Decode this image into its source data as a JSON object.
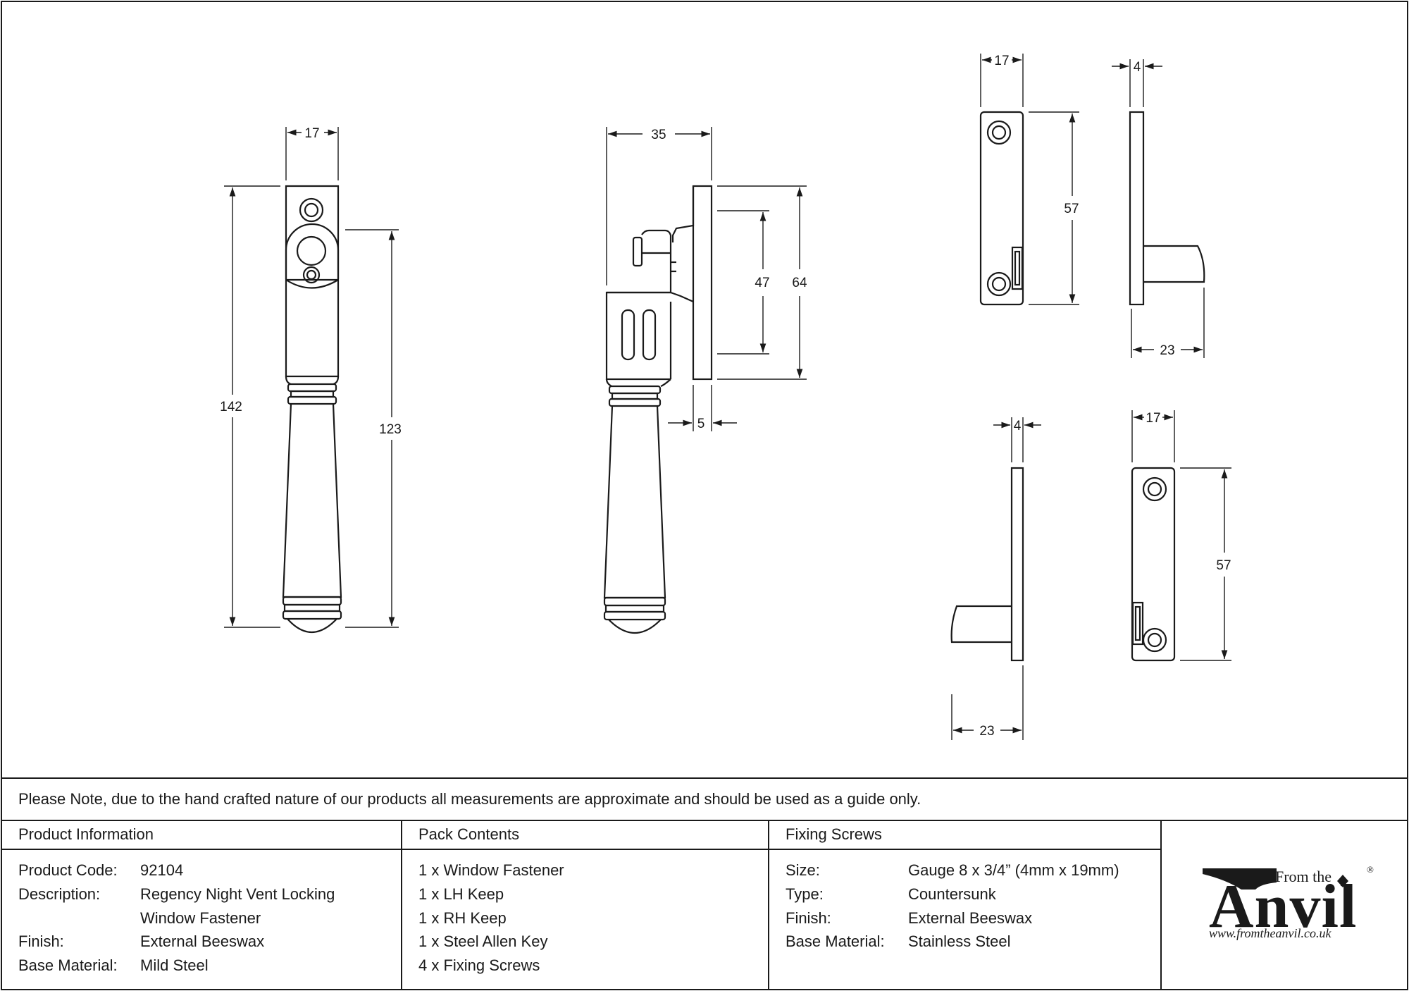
{
  "drawing": {
    "front_view": {
      "width_label": "17",
      "height_label": "142",
      "body_label": "123"
    },
    "side_view": {
      "depth_label": "35",
      "height_label": "64",
      "slot_label": "47",
      "plate_label": "5"
    },
    "keep_top_front": {
      "width_label": "17",
      "height_label": "57"
    },
    "keep_top_side": {
      "thickness_label": "4",
      "projection_label": "23"
    },
    "keep_bottom_side": {
      "thickness_label": "4",
      "projection_label": "23"
    },
    "keep_bottom_front": {
      "width_label": "17",
      "height_label": "57"
    }
  },
  "note": "Please Note, due to the hand crafted nature of our products all measurements are approximate and should be used as a guide only.",
  "product_info": {
    "header": "Product Information",
    "rows": [
      {
        "label": "Product Code:",
        "value": "92104"
      },
      {
        "label": "Description:",
        "value": "Regency Night Vent Locking"
      },
      {
        "label": "",
        "value": "Window Fastener"
      },
      {
        "label": "Finish:",
        "value": "External Beeswax"
      },
      {
        "label": "Base Material:",
        "value": "Mild Steel"
      }
    ]
  },
  "pack_contents": {
    "header": "Pack Contents",
    "items": [
      "1 x Window Fastener",
      "1 x LH Keep",
      "1 x RH Keep",
      "1 x Steel Allen Key",
      "4 x Fixing Screws"
    ]
  },
  "fixing_screws": {
    "header": "Fixing Screws",
    "rows": [
      {
        "label": "Size:",
        "value": "Gauge 8 x 3/4” (4mm x 19mm)"
      },
      {
        "label": "Type:",
        "value": "Countersunk"
      },
      {
        "label": "Finish:",
        "value": "External Beeswax"
      },
      {
        "label": "Base Material:",
        "value": "Stainless Steel"
      }
    ]
  },
  "logo": {
    "from_the": "From the",
    "anvil": "Anvil",
    "url": "www.fromtheanvil.co.uk",
    "registered": "®"
  }
}
